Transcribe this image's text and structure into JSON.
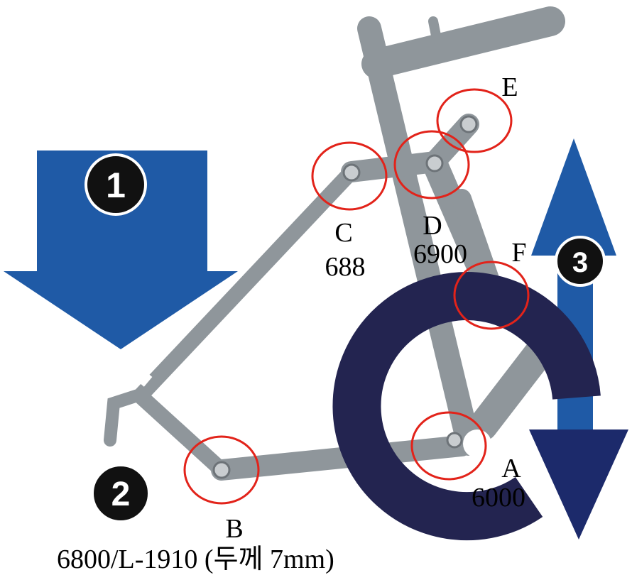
{
  "badges": {
    "one": "1",
    "two": "2",
    "three": "3"
  },
  "joints": {
    "A": {
      "letter": "A",
      "bearing": "6000"
    },
    "B": {
      "letter": "B",
      "bearing": "6800/L-1910 (두께 7mm)"
    },
    "C": {
      "letter": "C",
      "bearing": "688"
    },
    "D": {
      "letter": "D",
      "bearing": "6900"
    },
    "E": {
      "letter": "E"
    },
    "F": {
      "letter": "F"
    }
  },
  "colors": {
    "frame": "#8f969b",
    "frame_dark": "#6d7378",
    "arrow_blue": "#1f5aa6",
    "arrow_navy": "#1c2a6b",
    "ring": "#232450",
    "circle_marker": "#e2231a"
  }
}
